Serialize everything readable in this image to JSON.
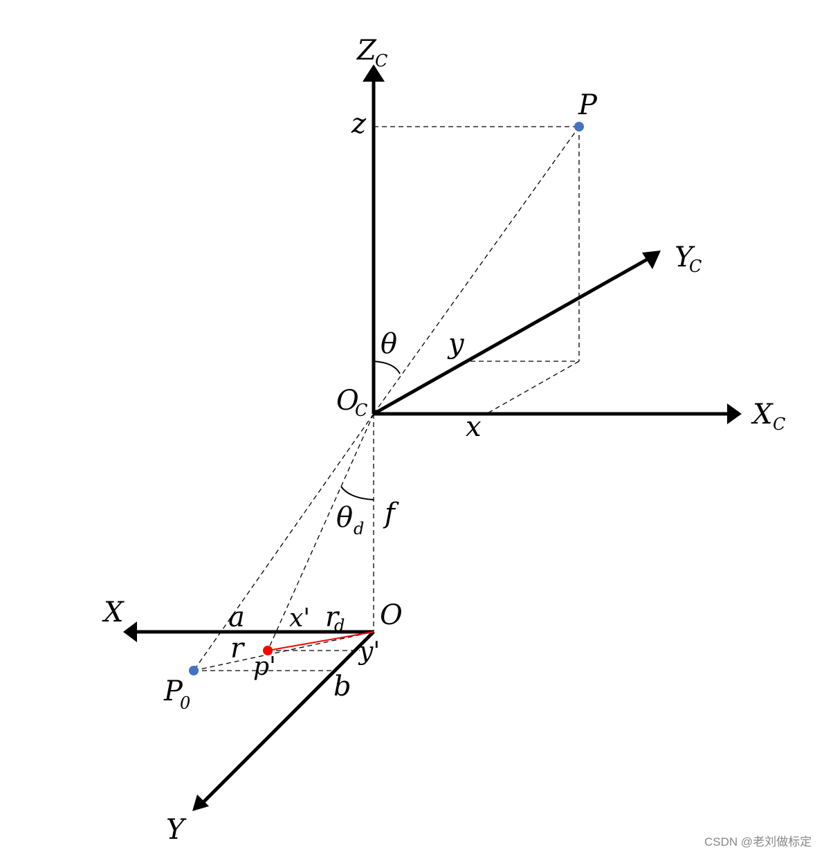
{
  "labels": {
    "zc_main": "Z",
    "zc_sub": "C",
    "yc_main": "Y",
    "yc_sub": "C",
    "xc_main": "X",
    "xc_sub": "C",
    "oc_main": "O",
    "oc_sub": "C",
    "P": "P",
    "z": "z",
    "y": "y",
    "x": "x",
    "theta": "θ",
    "theta_d_main": "θ",
    "theta_d_sub": "d",
    "f": "f",
    "X": "X",
    "Y": "Y",
    "O": "O",
    "a": "a",
    "b": "b",
    "r": "r",
    "x_prime": "x'",
    "y_prime": "y'",
    "rd_main": "r",
    "rd_sub": "d",
    "p_prime": "p'",
    "P0_main": "P",
    "P0_sub": "0"
  },
  "colors": {
    "axis": "#000000",
    "point_blue": "#4472c4",
    "point_red": "#ff0000",
    "line_red": "#ff0000"
  },
  "watermark": "CSDN @老刘做标定"
}
